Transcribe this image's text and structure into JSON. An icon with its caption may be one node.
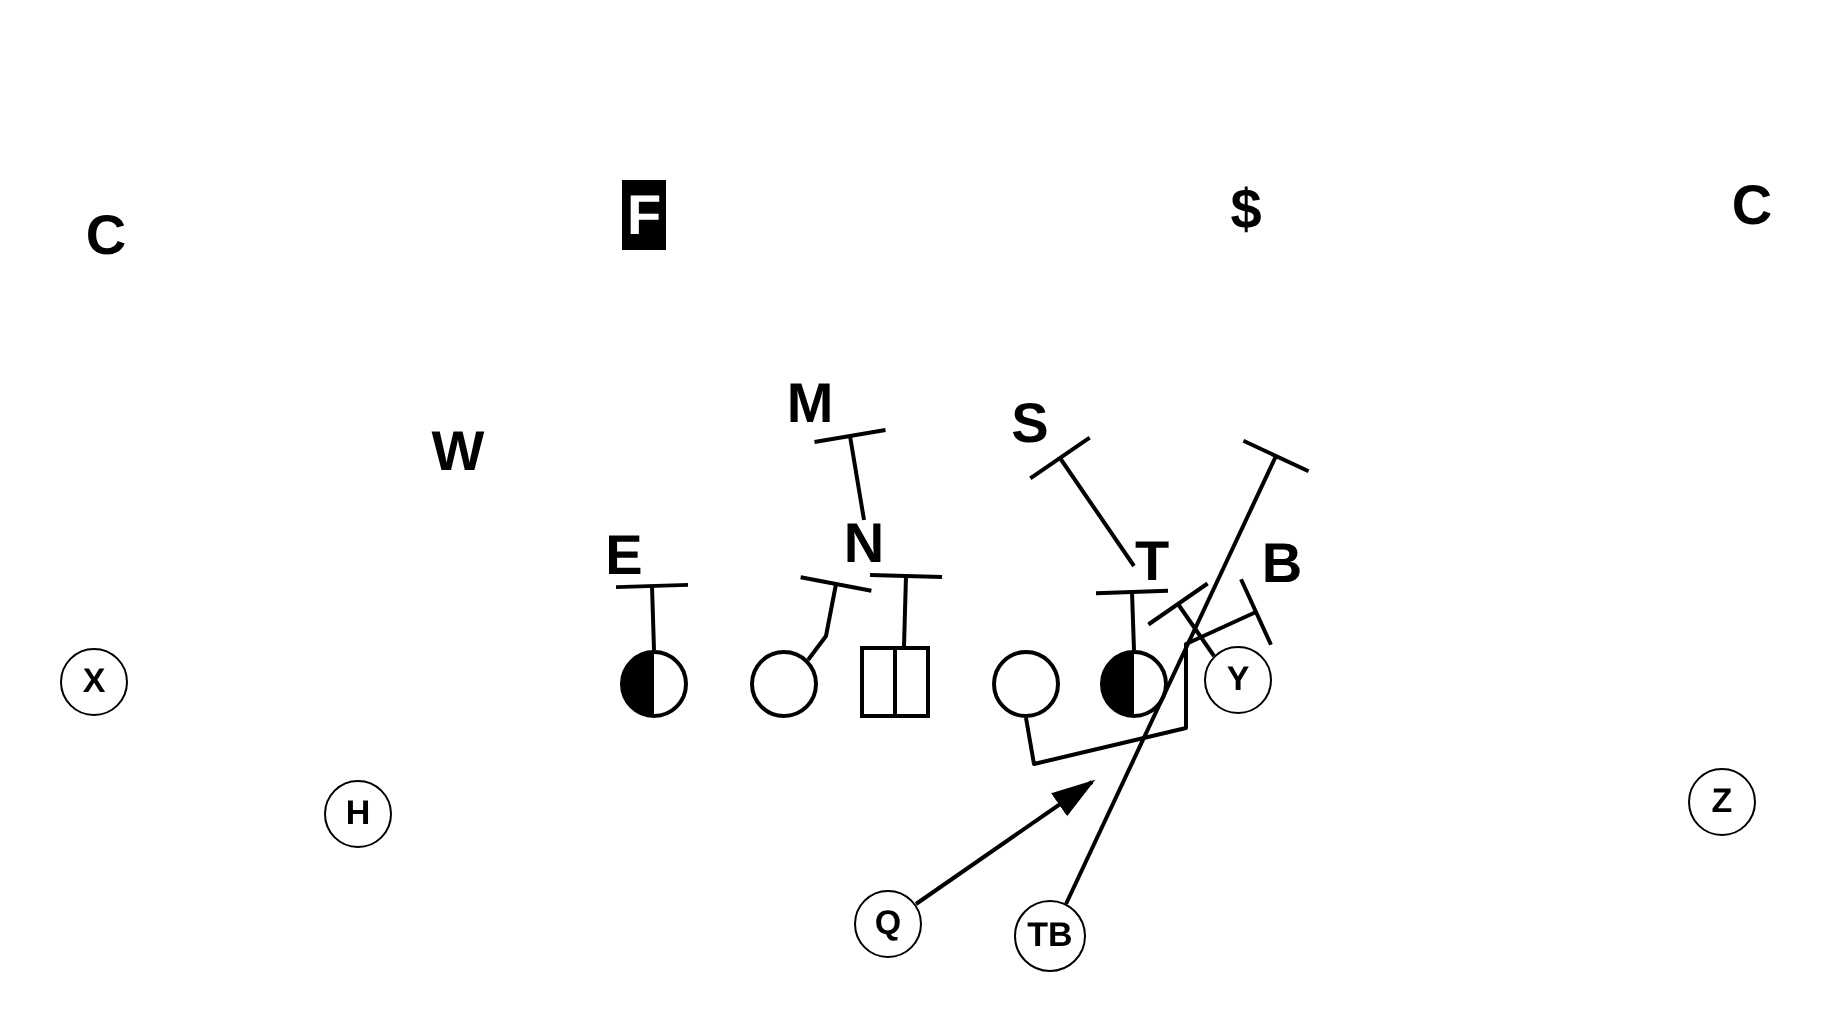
{
  "diagram": {
    "nodes": [
      {
        "text": [
          "F"
        ]
      },
      {
        "text": [
          "M"
        ]
      },
      {
        "text": [
          "S"
        ]
      },
      {
        "text": [
          "E"
        ]
      },
      {
        "text": [
          "N"
        ]
      },
      {
        "text": [
          "T"
        ]
      },
      {
        "text": [
          "B"
        ]
      },
      {
        "text": [
          "X"
        ]
      },
      {
        "text": [],
        "shape": "circle"
      },
      {
        "text": [],
        "shape": "circle"
      },
      {
        "text": [],
        "shape": "box"
      },
      {
        "text": [],
        "shape": "circle"
      },
      {
        "text": [],
        "shape": "circle"
      },
      {
        "text": [
          "Y"
        ]
      },
      {
        "text": [
          "H"
        ]
      },
      {
        "text": [
          "Z"
        ]
      },
      {
        "text": [
          "Q"
        ]
      },
      {
        "text": [
          "TB"
        ]
      }
    ],
    "edges": [
      {
        "from": 8,
        "to": 3,
        "arrow": "other"
      },
      {
        "from": 9,
        "to": 4,
        "arrow": "other"
      },
      {
        "from": 10,
        "to": 4,
        "arrow": "other"
      },
      {
        "from": 4,
        "to": 1,
        "arrow": "other"
      },
      {
        "from": 12,
        "to": 5,
        "arrow": "other"
      },
      {
        "from": 13,
        "to": 5,
        "arrow": "other"
      },
      {
        "from": 5,
        "to": 2,
        "arrow": "other"
      },
      {
        "from": 11,
        "to": 6,
        "arrow": "other"
      },
      {
        "from": 16,
        "to": null,
        "arrow": "to"
      },
      {
        "from": 17,
        "to": null,
        "arrow": "other"
      }
    ],
    "labels": [
      "C",
      "$",
      "C",
      "W"
    ]
  }
}
